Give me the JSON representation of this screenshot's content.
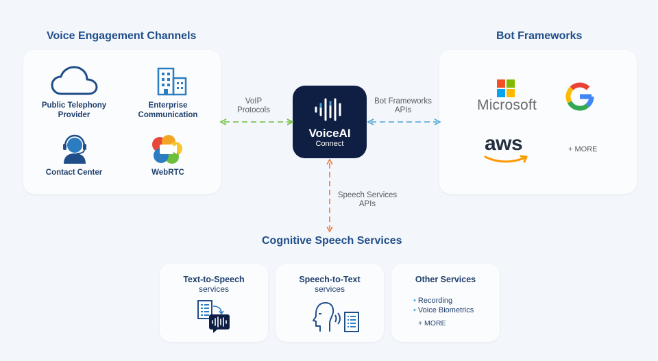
{
  "voice": {
    "title": "Voice Engagement Channels",
    "items": [
      {
        "label_l1": "Public Telephony",
        "label_l2": "Provider",
        "icon": "cloud-icon"
      },
      {
        "label_l1": "Enterprise",
        "label_l2": "Communication",
        "icon": "building-icon"
      },
      {
        "label_l1": "Contact Center",
        "label_l2": "",
        "icon": "headset-agent-icon"
      },
      {
        "label_l1": "WebRTC",
        "label_l2": "",
        "icon": "webrtc-icon"
      }
    ]
  },
  "bots": {
    "title": "Bot Frameworks",
    "microsoft": "Microsoft",
    "aws": "aws",
    "more": "+ MORE"
  },
  "center": {
    "brand": "VoiceAI",
    "sub": "Connect"
  },
  "connectors": {
    "voip_l1": "VoIP",
    "voip_l2": "Protocols",
    "bot_l1": "Bot Frameworks",
    "bot_l2": "APIs",
    "speech_l1": "Speech Services",
    "speech_l2": "APIs"
  },
  "cognitive": {
    "title": "Cognitive Speech Services",
    "tts_l1": "Text-to-Speech",
    "tts_l2": "services",
    "stt_l1": "Speech-to-Text",
    "stt_l2": "services",
    "other_title": "Other Services",
    "other_items": [
      "Recording",
      "Voice Biometrics"
    ],
    "other_more": "+ MORE"
  },
  "colors": {
    "brand_navy": "#0f1f44",
    "green_arrow": "#6bbf3b",
    "blue_arrow": "#4aa3d6",
    "orange_arrow": "#e9773a",
    "title_blue": "#1f4e89"
  }
}
